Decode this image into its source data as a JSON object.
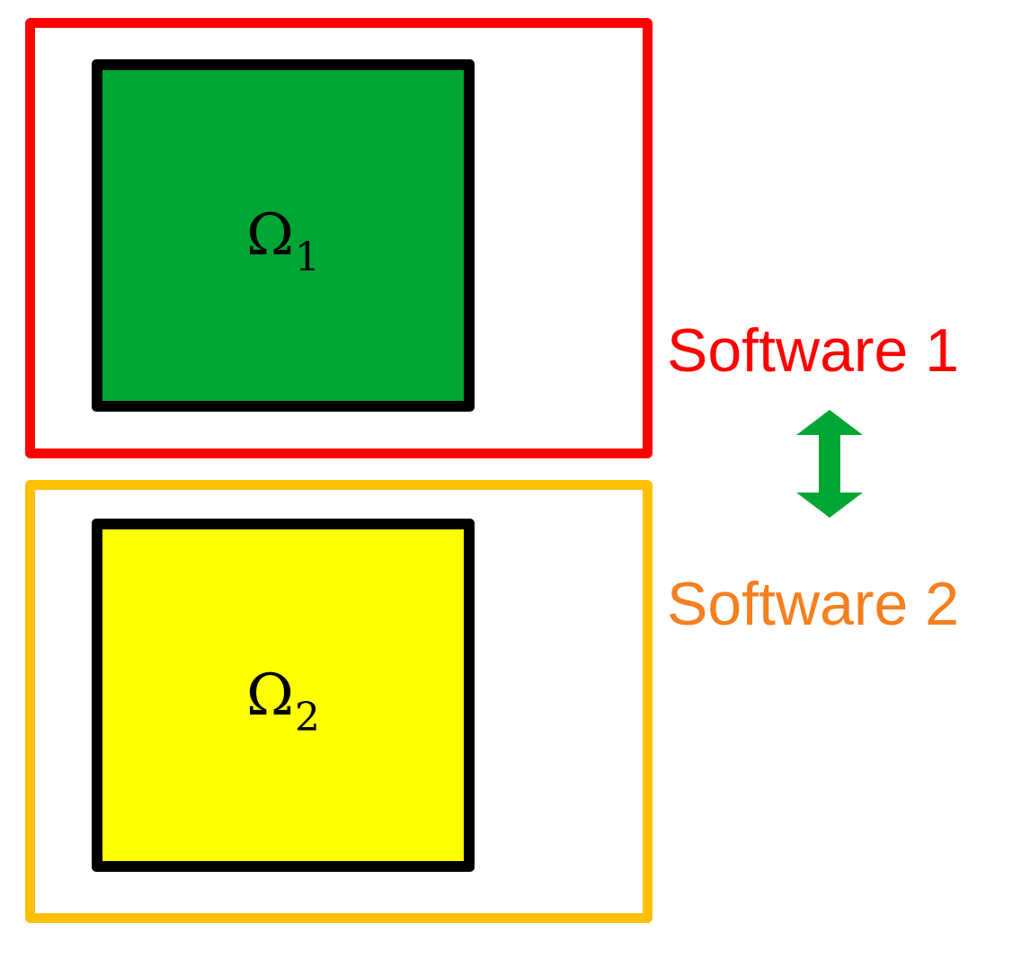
{
  "domains": [
    {
      "symbol": "Ω",
      "subscript": "1",
      "fill": "#00a633"
    },
    {
      "symbol": "Ω",
      "subscript": "2",
      "fill": "#ffff00"
    }
  ],
  "software": [
    {
      "label": "Software 1",
      "color": "#ff0000"
    },
    {
      "label": "Software 2",
      "color": "#f4801f"
    }
  ],
  "colors": {
    "frame_1": "#ff0000",
    "frame_2": "#ffc000",
    "domain_border": "#000000",
    "arrow": "#00a633"
  },
  "icons": {
    "coupling_arrow": "double-headed-vertical-arrow-icon"
  }
}
